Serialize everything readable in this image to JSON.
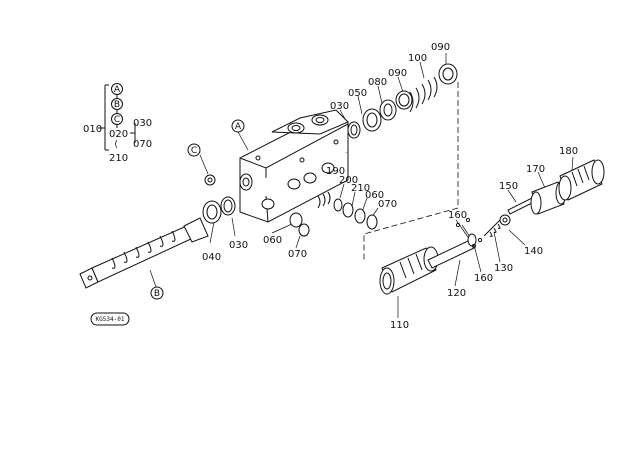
{
  "diagram": {
    "image_code": "KG534-01",
    "ref_markers": {
      "a": "A",
      "b": "B",
      "c": "C"
    },
    "legend": {
      "group_label": "010",
      "sub_label": "020",
      "sub_right_top": "030",
      "sub_right_bottom": "070",
      "bottom_label": "210"
    },
    "part_labels": {
      "p090_top": "090",
      "p100": "100",
      "p090_mid": "090",
      "p080_top": "080",
      "p050": "050",
      "p030_top": "030",
      "p190": "190",
      "p200": "200",
      "p210": "210",
      "p060_right": "060",
      "p070_right": "070",
      "p060_left": "060",
      "p070_left": "070",
      "p040": "040",
      "p030_left": "030",
      "p180": "180",
      "p170": "170",
      "p150": "150",
      "p160_top": "160",
      "p140": "140",
      "p130": "130",
      "p160_bottom": "160",
      "p120": "120",
      "p110": "110"
    }
  }
}
